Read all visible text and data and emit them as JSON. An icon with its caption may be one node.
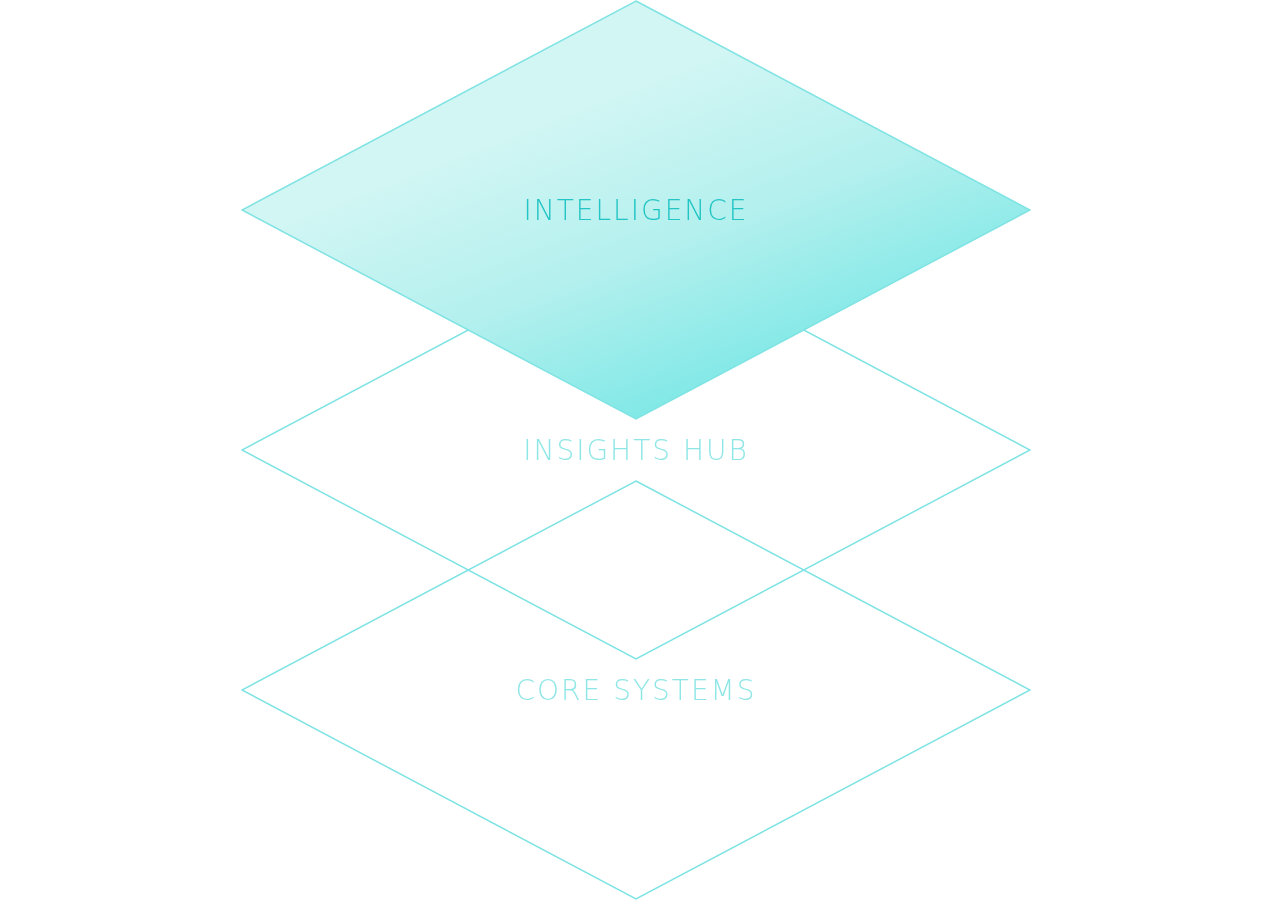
{
  "diagram": {
    "nodes": [
      {
        "text": [
          "INTELLIGENCE"
        ]
      },
      {
        "text": [
          "INSIGHTS HUB"
        ]
      },
      {
        "text": [
          "CORE SYSTEMS"
        ]
      }
    ]
  }
}
